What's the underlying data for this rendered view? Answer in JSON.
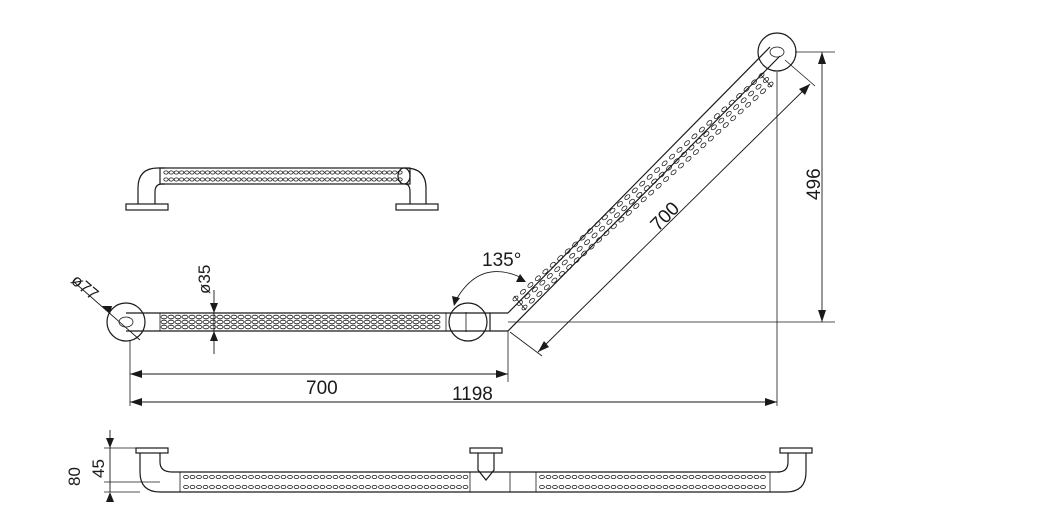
{
  "dimensions": {
    "flange_diameter": "ø77",
    "tube_diameter": "ø35",
    "angle": "135°",
    "horizontal_length": "700",
    "total_length": "1198",
    "diagonal_length": "700",
    "height": "496",
    "side_total": "80",
    "side_inner": "45"
  }
}
